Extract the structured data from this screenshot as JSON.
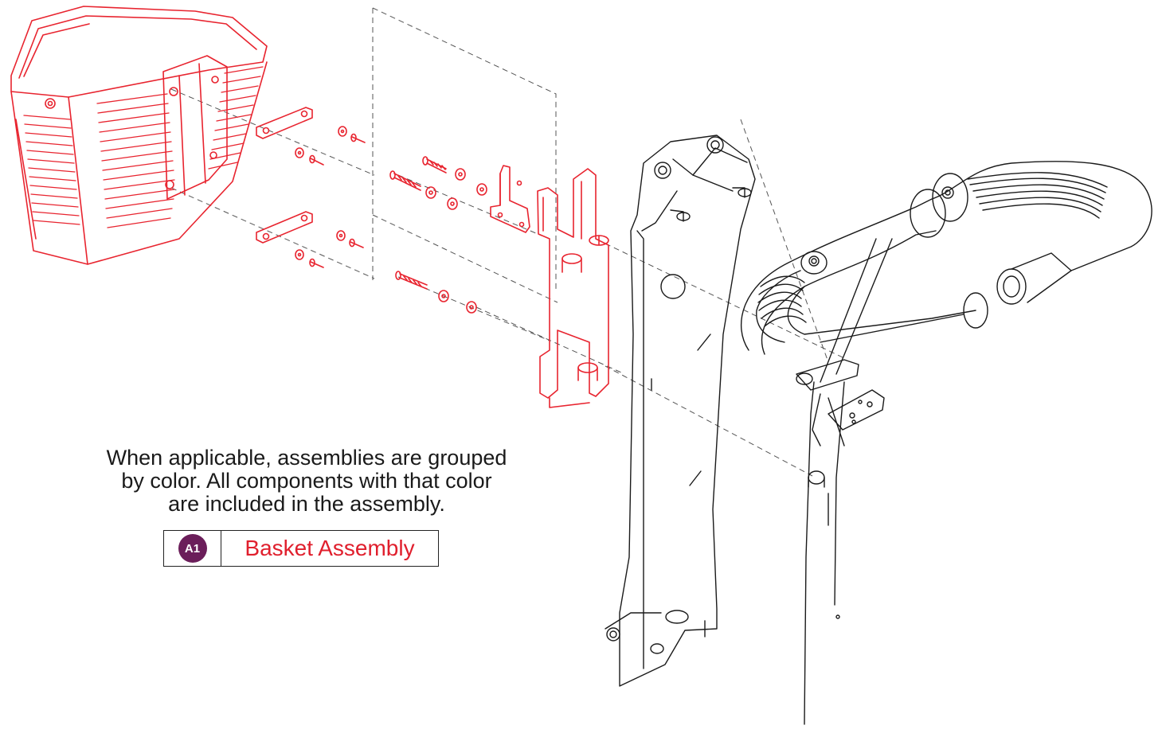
{
  "note": {
    "line1": "When applicable, assemblies are grouped",
    "line2": "by color. All components with that color",
    "line3": "are included in the assembly."
  },
  "legend": {
    "badge": "A1",
    "label": "Basket Assembly",
    "badge_color": "#6b1e5a",
    "label_color": "#e01f2d"
  },
  "colors": {
    "assembly_red": "#e8242f",
    "line_art": "#1a1a1a",
    "leader": "#555555"
  }
}
